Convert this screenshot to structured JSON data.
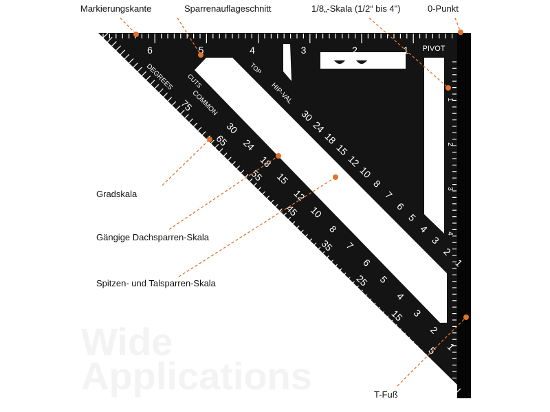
{
  "labels": {
    "marking_edge": "Markierungskante",
    "rafter_seat_cut": "Sparrenauflageschnitt",
    "eighth_scale": "1/8„-Skala (1/2“ bis 4\")",
    "zero_point": "0-Punkt",
    "degree_scale": "Gradskala",
    "common_rafter_scale": "Gängige Dachsparren-Skala",
    "hip_valley_scale": "Spitzen- und Talsparren-Skala",
    "t_foot": "T-Fuß"
  },
  "watermark": [
    "Wide",
    "Applications"
  ],
  "tool": {
    "pivot": "PIVOT",
    "degrees": "DEGREES",
    "top": "TOP",
    "common": "COMMON",
    "cuts": "CUTS",
    "hip_val": "HIP-VAL",
    "top_inches": [
      "6",
      "5",
      "4",
      "3",
      "2",
      "1"
    ],
    "right_inches": [
      "1",
      "2",
      "3",
      "4"
    ],
    "degree_numbers": [
      "75",
      "65",
      "55",
      "45",
      "35",
      "25",
      "15",
      "5"
    ],
    "common_numbers": [
      "30",
      "24",
      "18",
      "15",
      "12",
      "10",
      "8",
      "7",
      "6",
      "5",
      "4",
      "3",
      "2",
      "1"
    ],
    "hip_numbers": [
      "30",
      "24",
      "18",
      "15",
      "12",
      "10",
      "8",
      "7",
      "6",
      "5",
      "4",
      "3",
      "2",
      "1"
    ]
  },
  "colors": {
    "tool": "#141414",
    "accent": "#e0732a",
    "text": "#111111"
  }
}
